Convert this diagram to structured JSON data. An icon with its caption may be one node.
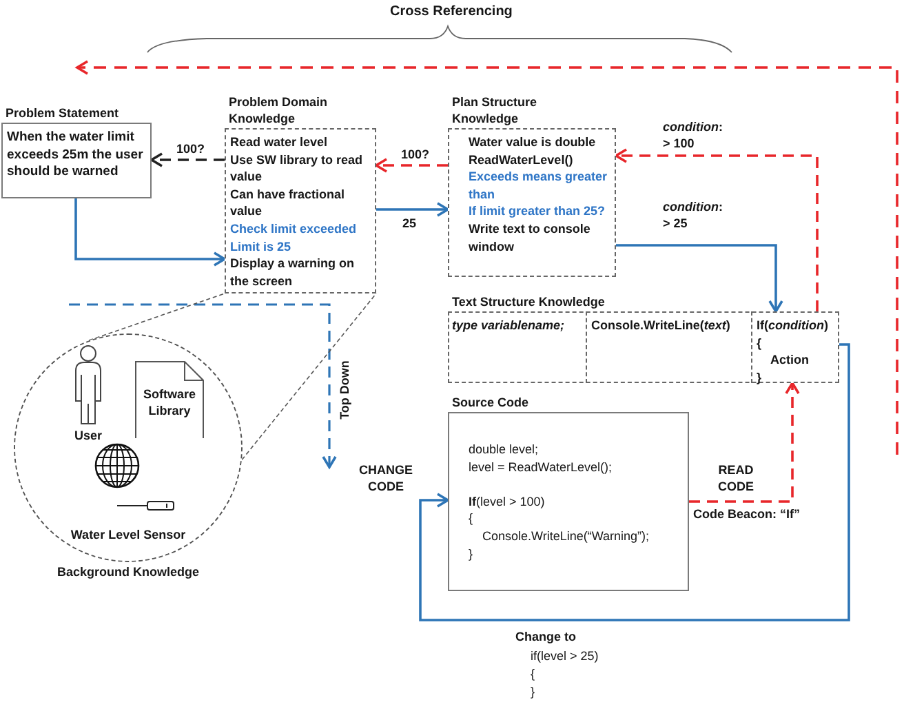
{
  "diagram": {
    "nodes": [
      {
        "text": [
          "Problem Statement",
          "When the water **limit exceeds 25m** the user should be warned"
        ]
      },
      {
        "text": [
          "Problem Domain Knowledge",
          "Read water level",
          "Use SW library to read value",
          "Can have fractional value",
          "Check limit exceeded",
          "Limit is 25",
          "Display a warning on the screen"
        ]
      },
      {
        "text": [
          "Plan Structure Knowledge",
          "Water value is double",
          "ReadWaterLevel()",
          "Exceeds means greater than",
          "If limit greater than 25?",
          "Write text to console window"
        ]
      },
      {
        "text": [
          "Text Structure Knowledge"
        ]
      },
      {
        "text": [
          "type variablename;"
        ],
        "in": 3
      },
      {
        "text": [
          "Console.WriteLine(*text*)"
        ],
        "in": 3
      },
      {
        "text": [
          "**If**(*condition*)",
          "{",
          "Action",
          "}"
        ],
        "in": 3
      },
      {
        "text": [
          "Source Code",
          "double level;",
          "level = ReadWaterLevel();",
          "**If**(level > 100)",
          "{",
          "Console.WriteLine(“Warning”);",
          "}"
        ]
      },
      {
        "text": [
          "Background Knowledge"
        ]
      },
      {
        "text": [
          "User"
        ],
        "in": 8
      },
      {
        "text": [
          "Software Library"
        ],
        "in": 8
      },
      {
        "text": [
          "Water Level Sensor"
        ],
        "in": 8
      }
    ],
    "edges": [
      {
        "from": 1,
        "to": 0,
        "arrow": "to",
        "label": "100?",
        "style": "dashed",
        "color": "#222222"
      },
      {
        "from": 2,
        "to": 1,
        "arrow": "to",
        "label": "100?",
        "style": "dashed",
        "color": "#e8262a"
      },
      {
        "from": 0,
        "to": 1,
        "arrow": "to"
      },
      {
        "from": 1,
        "to": 2,
        "arrow": "to",
        "label": "25"
      },
      {
        "from": 2,
        "to": 6,
        "arrow": "to",
        "label": "*condition*: > 25"
      },
      {
        "from": 6,
        "to": 2,
        "arrow": "to",
        "label": "*condition*: > 100",
        "style": "dashed",
        "color": "#e8262a"
      },
      {
        "from": 7,
        "to": 6,
        "arrow": "to",
        "label": "READ CODE",
        "style": "dashed",
        "color": "#e8262a"
      },
      {
        "from": 6,
        "to": 7,
        "arrow": "to",
        "label": "CHANGE CODE"
      },
      {
        "from": 8,
        "to": 1,
        "arrow": "none",
        "style": "dashed",
        "color": "#555555"
      },
      {
        "from": 8,
        "to": 1,
        "arrow": "none",
        "style": "dashed",
        "color": "#555555"
      }
    ],
    "labels": [
      "Cross Referencing",
      "Top Down",
      "Code Beacon: “**If**”",
      "Change to",
      "if(level > 25)",
      "{",
      "}"
    ]
  }
}
